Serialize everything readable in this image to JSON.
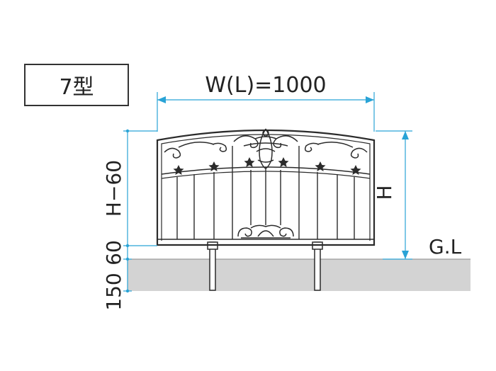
{
  "type_label": "7型",
  "width_label": "W(L)=1000",
  "height_label": "H",
  "ground_label": "G.L",
  "left_dims": {
    "upper": "H−60",
    "middle": "60",
    "lower": "150"
  },
  "colors": {
    "dimension": "#29a3d6",
    "ground": "#d3d3d3",
    "fence": "#2b2b2b"
  }
}
